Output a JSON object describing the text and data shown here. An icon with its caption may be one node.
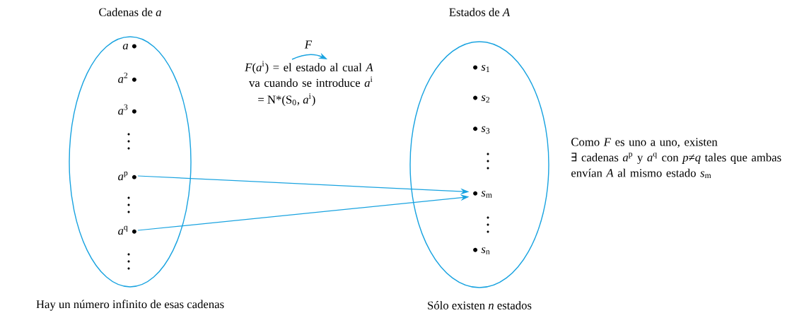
{
  "diagram": {
    "nodes": [
      {
        "text": [
          "Cadenas de *a*"
        ],
        "beside": [
          "Hay un número infinito de esas cadenas"
        ]
      },
      {
        "text": [
          "*a*"
        ],
        "in": 0
      },
      {
        "text": [
          "*a*$^{2}$"
        ],
        "in": 0
      },
      {
        "text": [
          "*a*$^{3}$"
        ],
        "in": 0
      },
      {
        "text": [
          "*a*$^{p}$"
        ],
        "in": 0
      },
      {
        "text": [
          "*a*$^{q}$"
        ],
        "in": 0
      },
      {
        "text": [
          "Estados de *A*"
        ],
        "beside": [
          "Sólo existen *n* estados"
        ]
      },
      {
        "text": [
          "*s*$_{1}$"
        ],
        "in": 6
      },
      {
        "text": [
          "*s*$_{2}$"
        ],
        "in": 6
      },
      {
        "text": [
          "*s*$_{3}$"
        ],
        "in": 6
      },
      {
        "text": [
          "*s*$_{m}$"
        ],
        "in": 6
      },
      {
        "text": [
          "*s*$_{n}$"
        ],
        "in": 6
      }
    ],
    "edges": [
      {
        "from": 4,
        "to": 10,
        "arrow": "to"
      },
      {
        "from": 5,
        "to": 10,
        "arrow": "to"
      }
    ],
    "labels": [
      "*F*",
      "*F*(*a*$^{i}$) = el estado al cual *A* va cuando se introduce *a*$^{i}$",
      "= N*(S$_{0}$, *a*$^{i}$)",
      "Como *F* es uno a uno, existen ∃ cadenas *a*$^{p}$ y *a*$^{q}$ con *p*≠*q* tales que ambas envían *A* al mismo estado *s*$_{m}$"
    ]
  }
}
